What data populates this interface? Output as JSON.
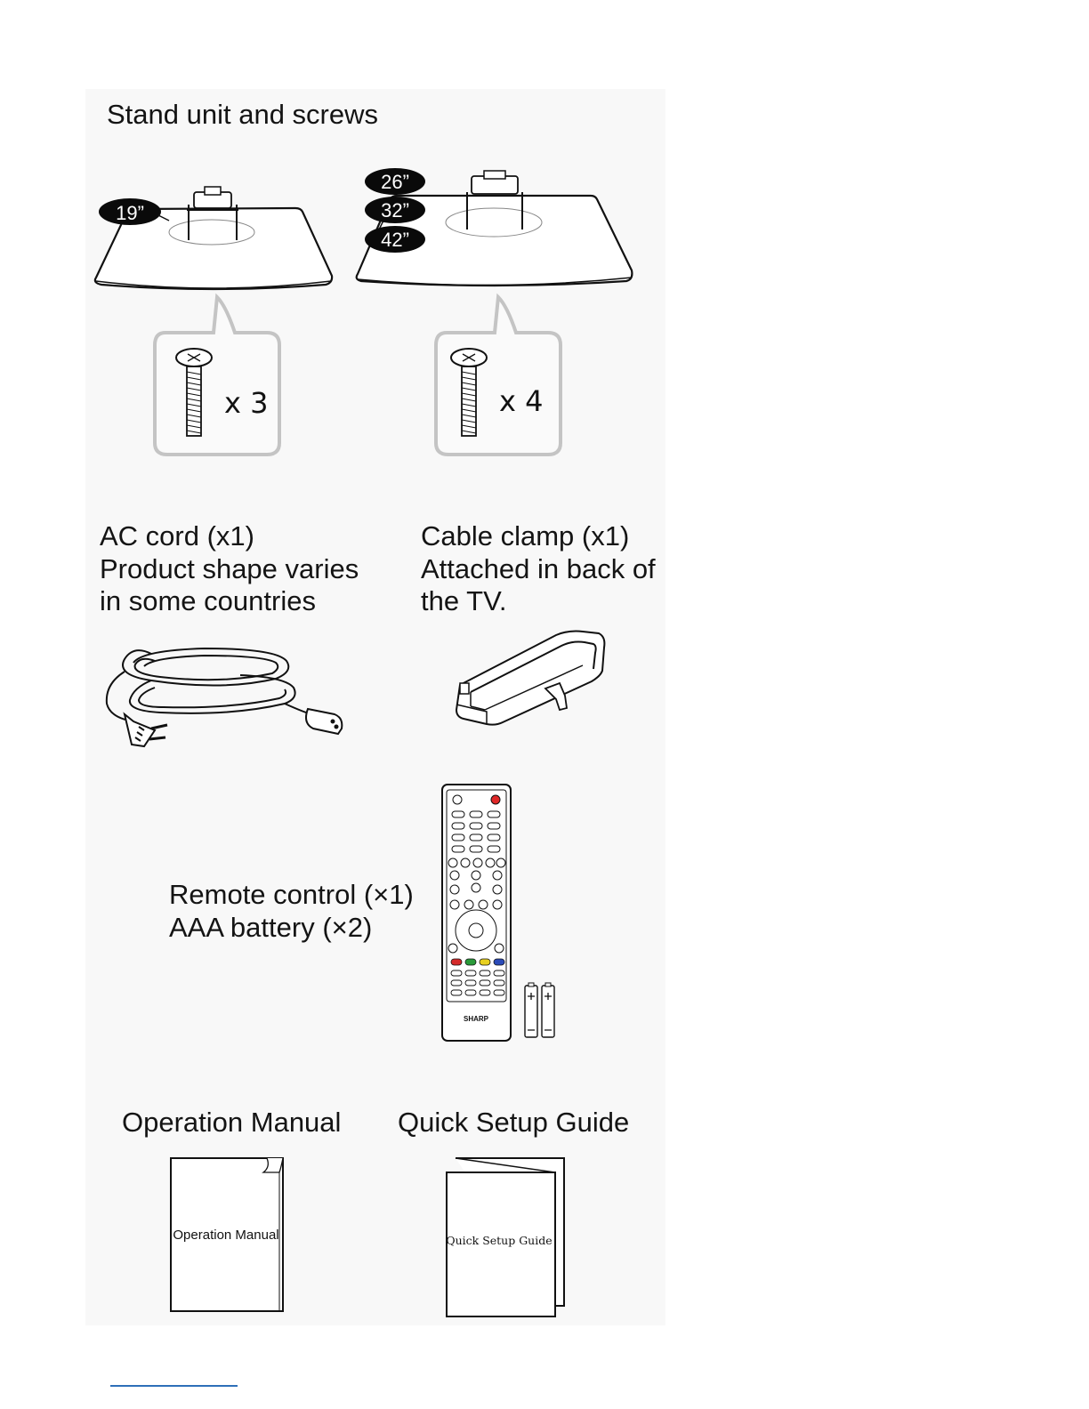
{
  "sections": {
    "stand": {
      "title": "Stand unit and screws",
      "small_badges": [
        "19”"
      ],
      "large_badges": [
        "26”",
        "32”",
        "42”"
      ],
      "small_screw_count": "x 3",
      "large_screw_count": "x 4"
    },
    "ac_cord": {
      "lines": [
        "AC cord (x1)",
        "Product shape varies",
        "in some countries"
      ]
    },
    "cable_clamp": {
      "lines": [
        "Cable clamp (x1)",
        "Attached in back of",
        "the TV."
      ]
    },
    "remote": {
      "lines": [
        "Remote control (×1)",
        "AAA battery (×2)"
      ],
      "brand": "SHARP"
    },
    "operation_manual": {
      "title": "Operation Manual",
      "cover_text": "Operation Manual"
    },
    "quick_setup": {
      "title": "Quick Setup Guide",
      "cover_text": "Quick Setup Guide"
    }
  },
  "colors": {
    "power_button": "#e02828",
    "red_key": "#d42a2a",
    "green_key": "#2a9a3a",
    "yellow_key": "#e8d020",
    "blue_key": "#2a4ab8",
    "link_rule": "#2e6fb8"
  }
}
